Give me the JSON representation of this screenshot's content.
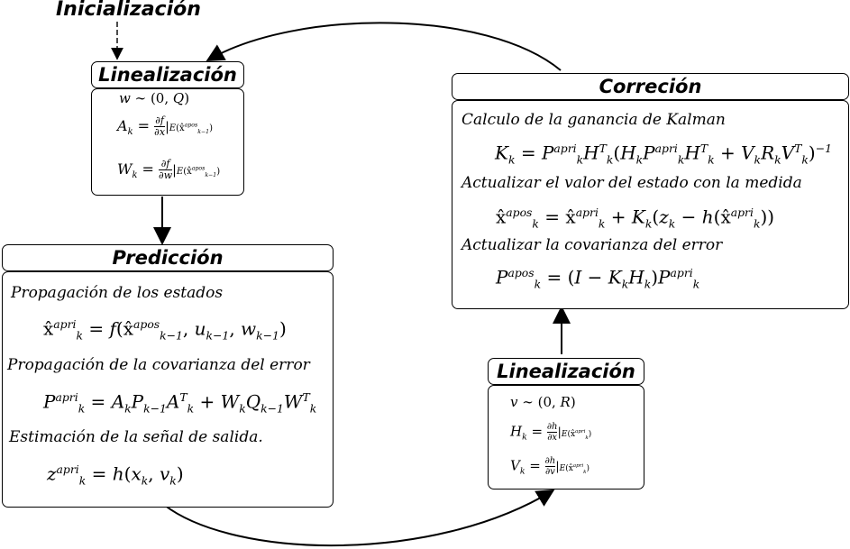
{
  "init_label": "Inicialización",
  "lin1": {
    "title": "Linealización",
    "noise": "w ∼ (0, Q)",
    "A_eq": "A_k = ∂f/∂x |E(x̂ᵃᵖᵒˢ_{k−1})",
    "W_eq": "W_k = ∂f/∂w |E(x̂ᵃᵖᵒˢ_{k−1})"
  },
  "pred": {
    "title": "Predicción",
    "label1": "Propagación de los estados",
    "eq1": "x̂ᵃᵖʳⁱ_k = f(x̂ᵃᵖᵒˢ_{k−1}, u_{k−1}, w_{k−1})",
    "label2": "Propagación de la covarianza del error",
    "eq2": "Pᵃᵖʳⁱ_k = A_k P_{k−1} A_kᵀ + W_k Q_{k−1} W_kᵀ",
    "label3": "Estimación de la señal de salida.",
    "eq3": "zᵃᵖʳⁱ_k = h(x_k, v_k)"
  },
  "corr": {
    "title": "Correción",
    "label1": "Calculo de la ganancia de Kalman",
    "eq1": "K_k = Pᵃᵖʳⁱ_k H_kᵀ (H_k Pᵃᵖʳⁱ_k H_kᵀ + V_k R_k V_kᵀ)⁻¹",
    "label2": "Actualizar el valor del estado con la medida",
    "eq2": "x̂ᵃᵖᵒˢ_k = x̂ᵃᵖʳⁱ_k + K_k(z_k − h(x̂ᵃᵖʳⁱ_k))",
    "label3": "Actualizar la covarianza del error",
    "eq3": "Pᵃᵖᵒˢ_k = (I − K_k H_k) Pᵃᵖʳⁱ_k"
  },
  "lin2": {
    "title": "Linealización",
    "noise": "v ∼ (0, R)",
    "H_eq": "H_k = ∂h/∂x |E(x̂ᵃᵖʳⁱ_k)",
    "V_eq": "V_k = ∂h/∂v |E(x̂ᵃᵖʳⁱ_k)"
  }
}
